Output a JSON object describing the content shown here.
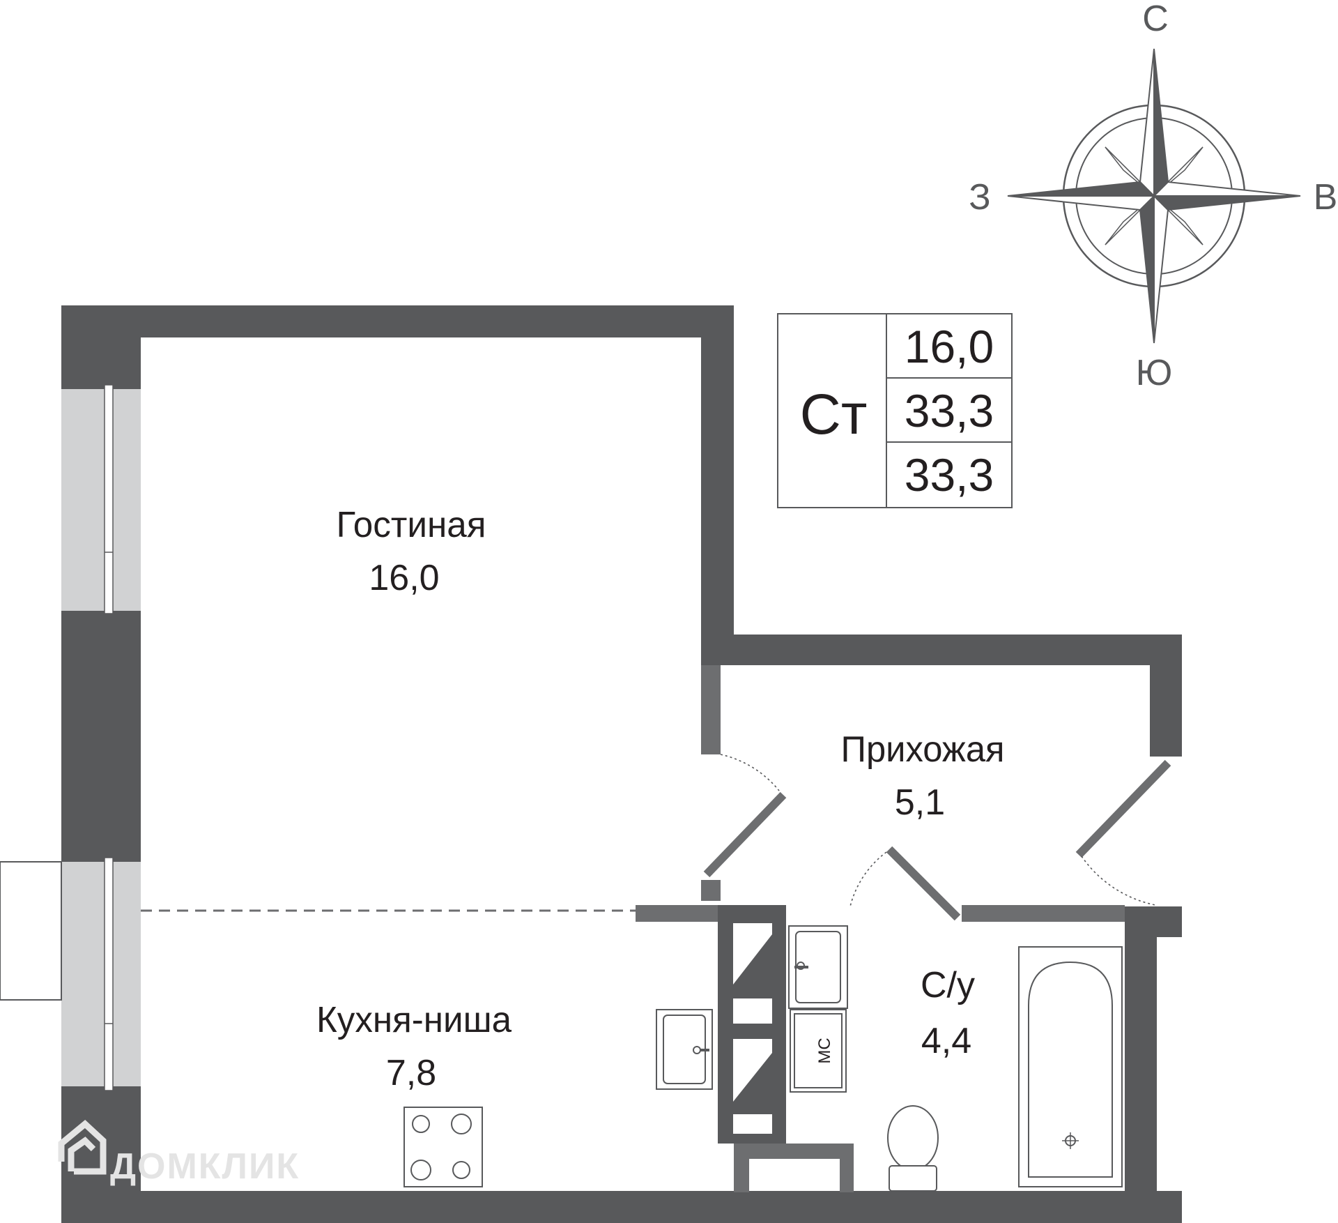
{
  "summary": {
    "type_label": "Ст",
    "values": [
      "16,0",
      "33,3",
      "33,3"
    ]
  },
  "compass": {
    "north": "С",
    "south": "Ю",
    "west": "З",
    "east": "В"
  },
  "rooms": [
    {
      "name": "Гостиная",
      "area": "16,0"
    },
    {
      "name": "Прихожая",
      "area": "5,1"
    },
    {
      "name": "Кухня-ниша",
      "area": "7,8"
    },
    {
      "name": "С/у",
      "area": "4,4"
    }
  ],
  "fixture_labels": {
    "washer": "МС"
  },
  "watermark": {
    "text": "ДОМКЛИК"
  }
}
